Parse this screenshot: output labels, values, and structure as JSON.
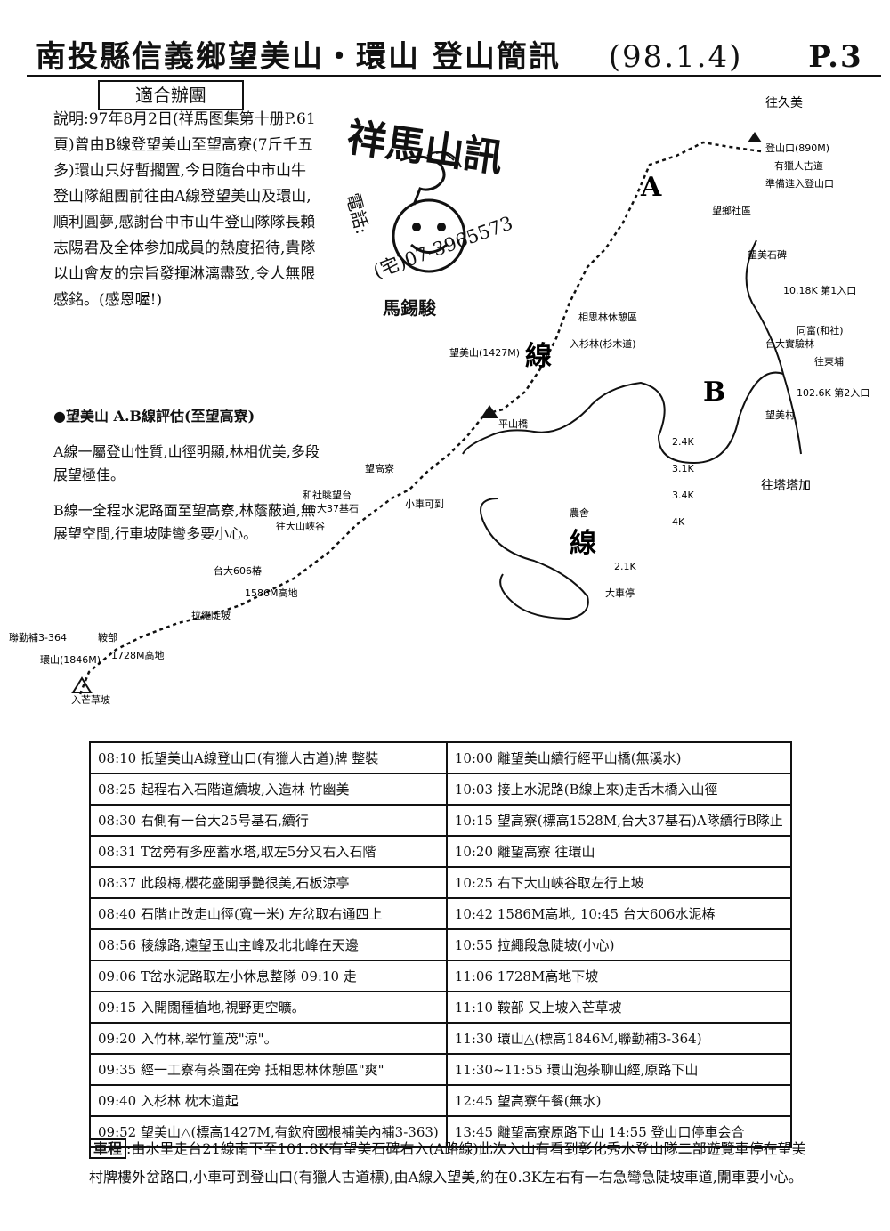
{
  "header": {
    "title": "南投縣信義鄉望美山・環山 登山簡訊",
    "date": "(98.1.4)",
    "page": "P.3"
  },
  "box_label": "適合辦團",
  "description": "說明:97年8月2日(祥馬图集第十册P.61頁)曾由B線登望美山至望高寮(7斤千五多)環山只好暫擱置,今日隨台中市山牛登山隊組團前往由A線登望美山及環山,順利圓夢,感謝台中市山牛登山隊隊長賴志陽君及全体参加成員的熱度招待,貴隊以山會友的宗旨發揮淋漓盡致,令人無限感銘。(感恩喔!)",
  "evaluation": {
    "heading": "●望美山 A.B線評估(至望高寮)",
    "line_a": "A線一屬登山性質,山徑明顯,林相优美,多段展望極佳。",
    "line_b": "B線一全程水泥路面至望高寮,林蔭蔽道,無展望空間,行車坡陡彎多要小心。"
  },
  "logo": {
    "title": "祥馬山訊",
    "phone_label": "電話:",
    "phone": "(宅)07-3965573",
    "name": "馬錫駿"
  },
  "map": {
    "route_a": "A",
    "route_b": "B",
    "line_label": "線",
    "labels": [
      {
        "id": "jiuzhu",
        "text": "往久美"
      },
      {
        "id": "trailhead",
        "text": "登山口(890M)"
      },
      {
        "id": "hunter",
        "text": "有獵人古道"
      },
      {
        "id": "zhunbei",
        "text": "準備進入登山口"
      },
      {
        "id": "wangxiang",
        "text": "望鄉社區"
      },
      {
        "id": "wangmei_shi",
        "text": "望美石碑"
      },
      {
        "id": "entrance1",
        "text": "10.18K 第1入口"
      },
      {
        "id": "tongfu",
        "text": "同富(和社)"
      },
      {
        "id": "dongpu",
        "text": "往東埔"
      },
      {
        "id": "taida",
        "text": "台大實驗林"
      },
      {
        "id": "entrance2",
        "text": "102.6K 第2入口"
      },
      {
        "id": "wangmei_cun",
        "text": "望美村"
      },
      {
        "id": "tapaka",
        "text": "往塔塔加"
      },
      {
        "id": "wangmeishan",
        "text": "望美山(1427M)"
      },
      {
        "id": "xiangsi",
        "text": "相思林休憩區"
      },
      {
        "id": "shanmu",
        "text": "入杉林(杉木道)"
      },
      {
        "id": "pingshan",
        "text": "平山橋"
      },
      {
        "id": "wanggaoliao",
        "text": "望高寮"
      },
      {
        "id": "hueshe",
        "text": "和社眺望台"
      },
      {
        "id": "stone37",
        "text": "台大37基石"
      },
      {
        "id": "small_car",
        "text": "小車可到"
      },
      {
        "id": "dashan",
        "text": "往大山峽谷"
      },
      {
        "id": "bench606",
        "text": "台大606椿"
      },
      {
        "id": "h1586",
        "text": "1586M高地"
      },
      {
        "id": "rope",
        "text": "拉繩陡坡"
      },
      {
        "id": "h1728",
        "text": "1728M高地"
      },
      {
        "id": "anbu",
        "text": "鞍部"
      },
      {
        "id": "huanshan",
        "text": "環山(1846M)"
      },
      {
        "id": "lianqin",
        "text": "聯勤補3-364"
      },
      {
        "id": "mangcao",
        "text": "入芒草坡"
      },
      {
        "id": "bigcar",
        "text": "大車停"
      },
      {
        "id": "cars",
        "text": "農舍"
      },
      {
        "id": "k24",
        "text": "2.4K"
      },
      {
        "id": "k31",
        "text": "3.1K"
      },
      {
        "id": "k34",
        "text": "3.4K"
      },
      {
        "id": "k4",
        "text": "4K"
      },
      {
        "id": "k21",
        "text": "2.1K"
      }
    ]
  },
  "schedule": {
    "left": [
      "08:10 抵望美山A線登山口(有獵人古道)牌 整裝",
      "08:25 起程右入石階道續坡,入造林 竹幽美",
      "08:30 右側有一台大25号基石,續行",
      "08:31 T岔旁有多座蓄水塔,取左5分又右入石階",
      "08:37 此段梅,櫻花盛開爭艷很美,石板涼亭",
      "08:40 石階止改走山徑(寬一米) 左岔取右通四上",
      "08:56 稜線路,遠望玉山主峰及北北峰在天邊",
      "09:06 T岔水泥路取左小休息整隊 09:10 走",
      "09:15 入開闊種植地,視野更空曠。",
      "09:20 入竹林,翠竹篁茂\"涼\"。",
      "09:35 經一工寮有茶園在旁 抵相思林休憩區\"爽\"",
      "09:40 入杉林 枕木道起",
      "09:52 望美山△(標高1427M,有欽府國根補美內補3-363)"
    ],
    "right": [
      "10:00 離望美山續行經平山橋(無溪水)",
      "10:03 接上水泥路(B線上來)走舌木橋入山徑",
      "10:15 望高寮(標高1528M,台大37基石)A隊續行B隊止",
      "10:20 離望高寮 往環山",
      "10:25 右下大山峽谷取左行上坡",
      "10:42 1586M高地, 10:45 台大606水泥椿",
      "10:55 拉繩段急陡坡(小心)",
      "11:06 1728M高地下坡",
      "11:10 鞍部 又上坡入芒草坡",
      "11:30 環山△(標高1846M,聯勤補3-364)",
      "11:30~11:55 環山泡茶聊山經,原路下山",
      "12:45 望高寮午餐(無水)",
      "13:45 離望高寮原路下山 14:55 登山口停車会合"
    ]
  },
  "transport": {
    "tag": "車程",
    "text": ":由水里走台21線南下至101.8K有望美石碑右入(A路線)此次入山有看到彰化秀水登山隊二部遊覽車停在望美村牌樓外岔路口,小車可到登山口(有獵人古道標),由A線入望美,約在0.3K左右有一右急彎急陡坡車道,開車要小心。"
  }
}
